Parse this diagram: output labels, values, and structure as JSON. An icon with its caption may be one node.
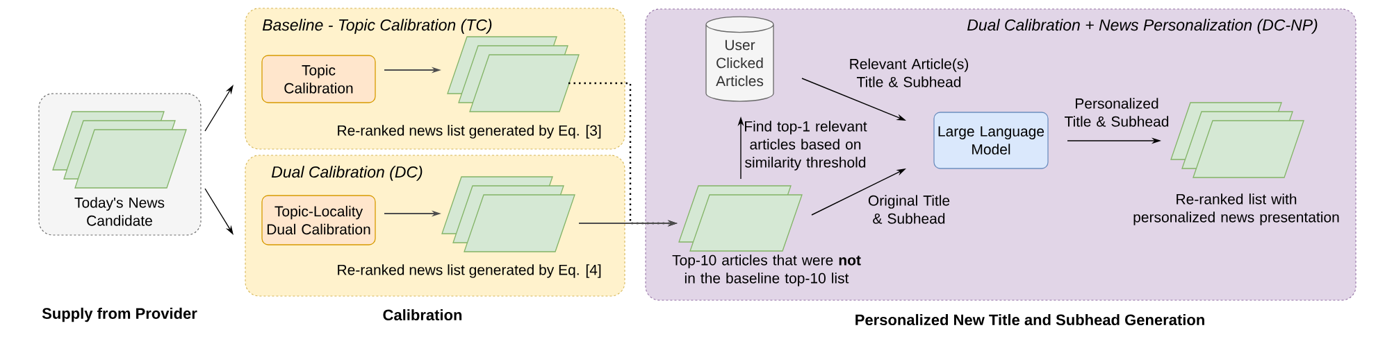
{
  "diagram": {
    "nodes": [
      {
        "text": [
          "Today's News Candidate"
        ]
      },
      {
        "text": [],
        "shape": "stack",
        "in": 0
      },
      {
        "text": [
          "Baseline - Topic Calibration (TC)",
          "Re-ranked news list generated by Eq. [3]"
        ]
      },
      {
        "text": [
          "Topic Calibration"
        ],
        "in": 2
      },
      {
        "text": [],
        "shape": "stack",
        "in": 2
      },
      {
        "text": [
          "Dual Calibration (DC)",
          "Re-ranked news list generated by Eq. [4]"
        ]
      },
      {
        "text": [
          "Topic-Locality Dual Calibration"
        ],
        "in": 5
      },
      {
        "text": [],
        "shape": "stack",
        "in": 5
      },
      {
        "text": [
          "Dual Calibration + News Personalization (DC-NP)"
        ]
      },
      {
        "text": [
          "User Clicked Articles"
        ],
        "in": 8
      },
      {
        "text": [],
        "shape": "stack",
        "in": 8,
        "beside": [
          "Top-10 articles that were **not** in the baseline top-10 list"
        ]
      },
      {
        "text": [
          "Large Language Model"
        ],
        "in": 8
      },
      {
        "text": [],
        "shape": "stack",
        "in": 8,
        "beside": [
          "Re-ranked list with personalized news presentation"
        ]
      }
    ],
    "edges": [
      {
        "from": 0,
        "to": 2,
        "arrow": "to"
      },
      {
        "from": 0,
        "to": 5,
        "arrow": "to"
      },
      {
        "from": 3,
        "to": 4,
        "arrow": "to",
        "color": "#4d4d4d"
      },
      {
        "from": 6,
        "to": 7,
        "arrow": "to",
        "color": "#4d4d4d"
      },
      {
        "from": 4,
        "to": 10,
        "arrow": "to",
        "style": "dashed"
      },
      {
        "from": 7,
        "to": 10,
        "arrow": "to",
        "color": "#4d4d4d"
      },
      {
        "from": 10,
        "to": 9,
        "arrow": "to",
        "label": "Find top-1 relevant articles based on similarity threshold"
      },
      {
        "from": 9,
        "to": 11,
        "arrow": "to",
        "label": "Relevant Article(s) Title & Subhead"
      },
      {
        "from": 10,
        "to": 11,
        "arrow": "to",
        "label": "Original Title & Subhead"
      },
      {
        "from": 11,
        "to": 12,
        "arrow": "to",
        "label": "Personalized Title & Subhead"
      }
    ],
    "labels": [
      "Supply from Provider",
      "Calibration",
      "Personalized New Title and Subhead Generation"
    ]
  }
}
